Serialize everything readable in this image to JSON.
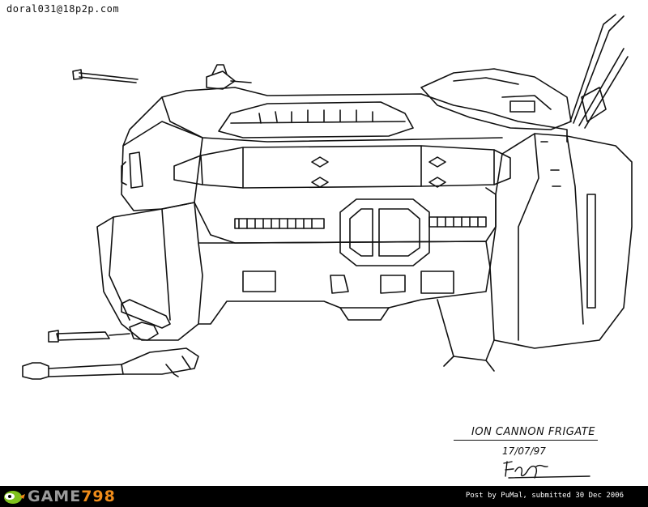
{
  "watermark_email": "doral031@18p2p.com",
  "drawing": {
    "title": "ION CANNON FRIGATE",
    "date": "17/07/97",
    "signature_icon": "handwritten-signature"
  },
  "footer": {
    "logo_prefix": "GAME",
    "logo_suffix": "798",
    "post_info": "Post by PuMal, submitted 30 Dec 2006"
  }
}
